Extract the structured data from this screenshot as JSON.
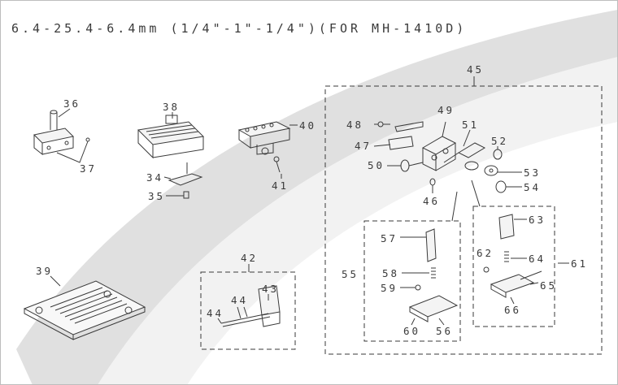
{
  "diagram": {
    "title": "6.4-25.4-6.4mm (1/4\"-1\"-1/4\")(FOR MH-1410D)",
    "callouts": {
      "n34": "34",
      "n35": "35",
      "n36": "36",
      "n37": "37",
      "n38": "38",
      "n39": "39",
      "n40": "40",
      "n41": "41",
      "n42": "42",
      "n43": "43",
      "n44a": "44",
      "n44b": "44",
      "n45": "45",
      "n46": "46",
      "n47": "47",
      "n48": "48",
      "n49": "49",
      "n50": "50",
      "n51": "51",
      "n52": "52",
      "n53": "53",
      "n54": "54",
      "n55": "55",
      "n56": "56",
      "n57": "57",
      "n58": "58",
      "n59": "59",
      "n60": "60",
      "n61": "61",
      "n62": "62",
      "n63": "63",
      "n64": "64",
      "n65": "65",
      "n66": "66"
    }
  },
  "colors": {
    "ink": "#3a3a3a",
    "swoosh": "#d4d4d4",
    "background": "#ffffff"
  }
}
